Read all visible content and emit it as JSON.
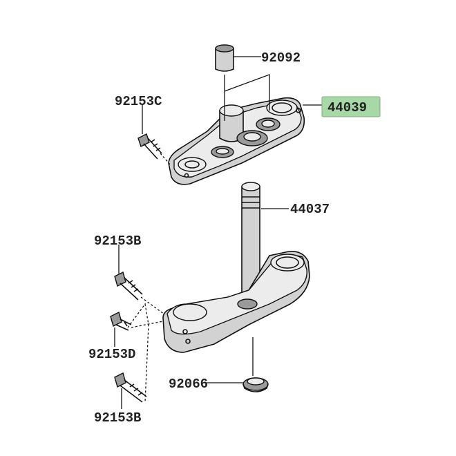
{
  "diagram": {
    "parts": [
      {
        "id": "p92092",
        "number": "92092",
        "highlighted": false
      },
      {
        "id": "p92153c",
        "number": "92153C",
        "highlighted": false
      },
      {
        "id": "p44039",
        "number": "44039",
        "highlighted": true
      },
      {
        "id": "p44037",
        "number": "44037",
        "highlighted": false
      },
      {
        "id": "p92153b_top",
        "number": "92153B",
        "highlighted": false
      },
      {
        "id": "p92153d",
        "number": "92153D",
        "highlighted": false
      },
      {
        "id": "p92066",
        "number": "92066",
        "highlighted": false
      },
      {
        "id": "p92153b_bottom",
        "number": "92153B",
        "highlighted": false
      }
    ],
    "highlight_color": "#a8d8a8"
  }
}
